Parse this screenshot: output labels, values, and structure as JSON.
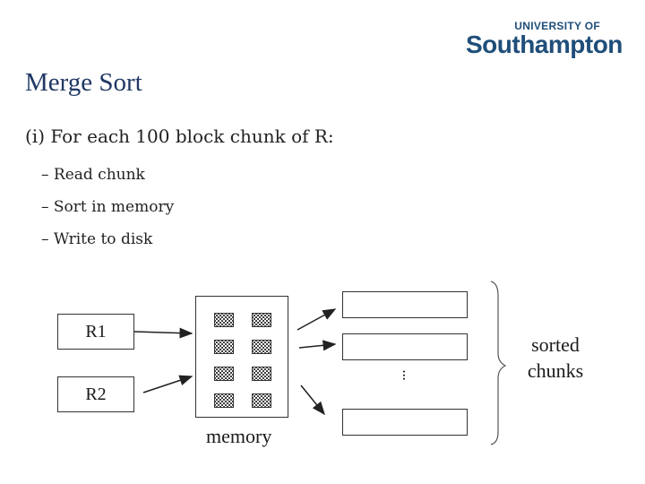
{
  "logo": {
    "top": "UNIVERSITY OF",
    "main": "Southampton"
  },
  "title": "Merge Sort",
  "step": "(i) For each 100 block chunk of R:",
  "substeps": [
    "– Read chunk",
    "– Sort in memory",
    "– Write to disk"
  ],
  "relations": {
    "r1": "R1",
    "r2": "R2"
  },
  "memory_label": "memory",
  "ellipsis": "...",
  "sorted": {
    "line1": "sorted",
    "line2": "chunks"
  },
  "colors": {
    "title": "#1f3864",
    "logo": "#1f4e79"
  }
}
